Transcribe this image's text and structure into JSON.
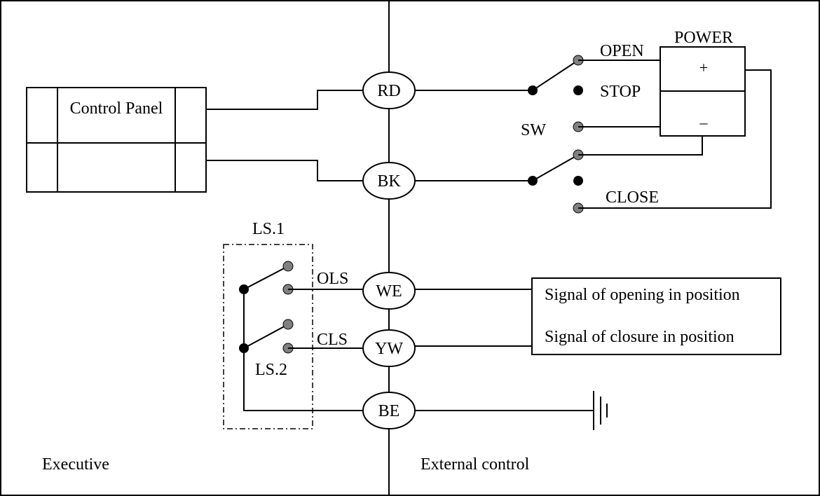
{
  "regions": {
    "left": "Executive",
    "right": "External control"
  },
  "control_panel": {
    "label": "Control Panel"
  },
  "terminals": {
    "rd": "RD",
    "bk": "BK",
    "we": "WE",
    "yw": "YW",
    "be": "BE"
  },
  "power": {
    "label": "POWER",
    "plus": "+",
    "minus": "–"
  },
  "switch": {
    "label": "SW",
    "open": "OPEN",
    "stop": "STOP",
    "close": "CLOSE"
  },
  "limit_switches": {
    "ls1": "LS.1",
    "ls2": "LS.2",
    "ols": "OLS",
    "cls": "CLS"
  },
  "signals": {
    "opening": "Signal of opening in position",
    "closure": "Signal of closure in position"
  },
  "colors": {
    "line": "#000000",
    "contact_open": "#808080",
    "contact_pivot": "#000000",
    "background": "#ffffff"
  }
}
